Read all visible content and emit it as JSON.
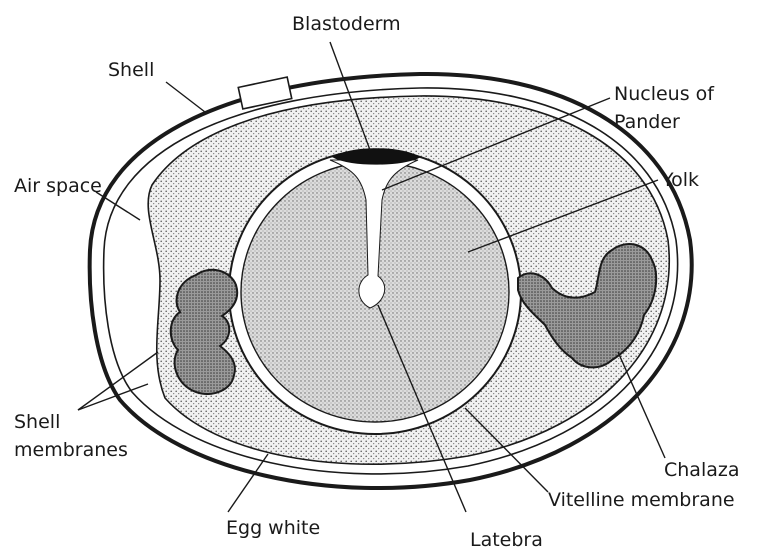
{
  "labels": {
    "blastoderm": "Blastoderm",
    "shell": "Shell",
    "nucleus_line1": "Nucleus of",
    "nucleus_line2": "Pander",
    "yolk": "Yolk",
    "air_space": "Air space",
    "shell_membranes_line1": "Shell",
    "shell_membranes_line2": "membranes",
    "chalaza": "Chalaza",
    "vitelline_membrane": "Vitelline membrane",
    "egg_white": "Egg white",
    "latebra": "Latebra"
  },
  "colors": {
    "ink": "#1a1a1a",
    "white_stipple": "#e9e9e9",
    "yolk_stipple": "#d6d6d6",
    "chalaza_fill": "#8a8a8a",
    "blastoderm": "#111111"
  }
}
